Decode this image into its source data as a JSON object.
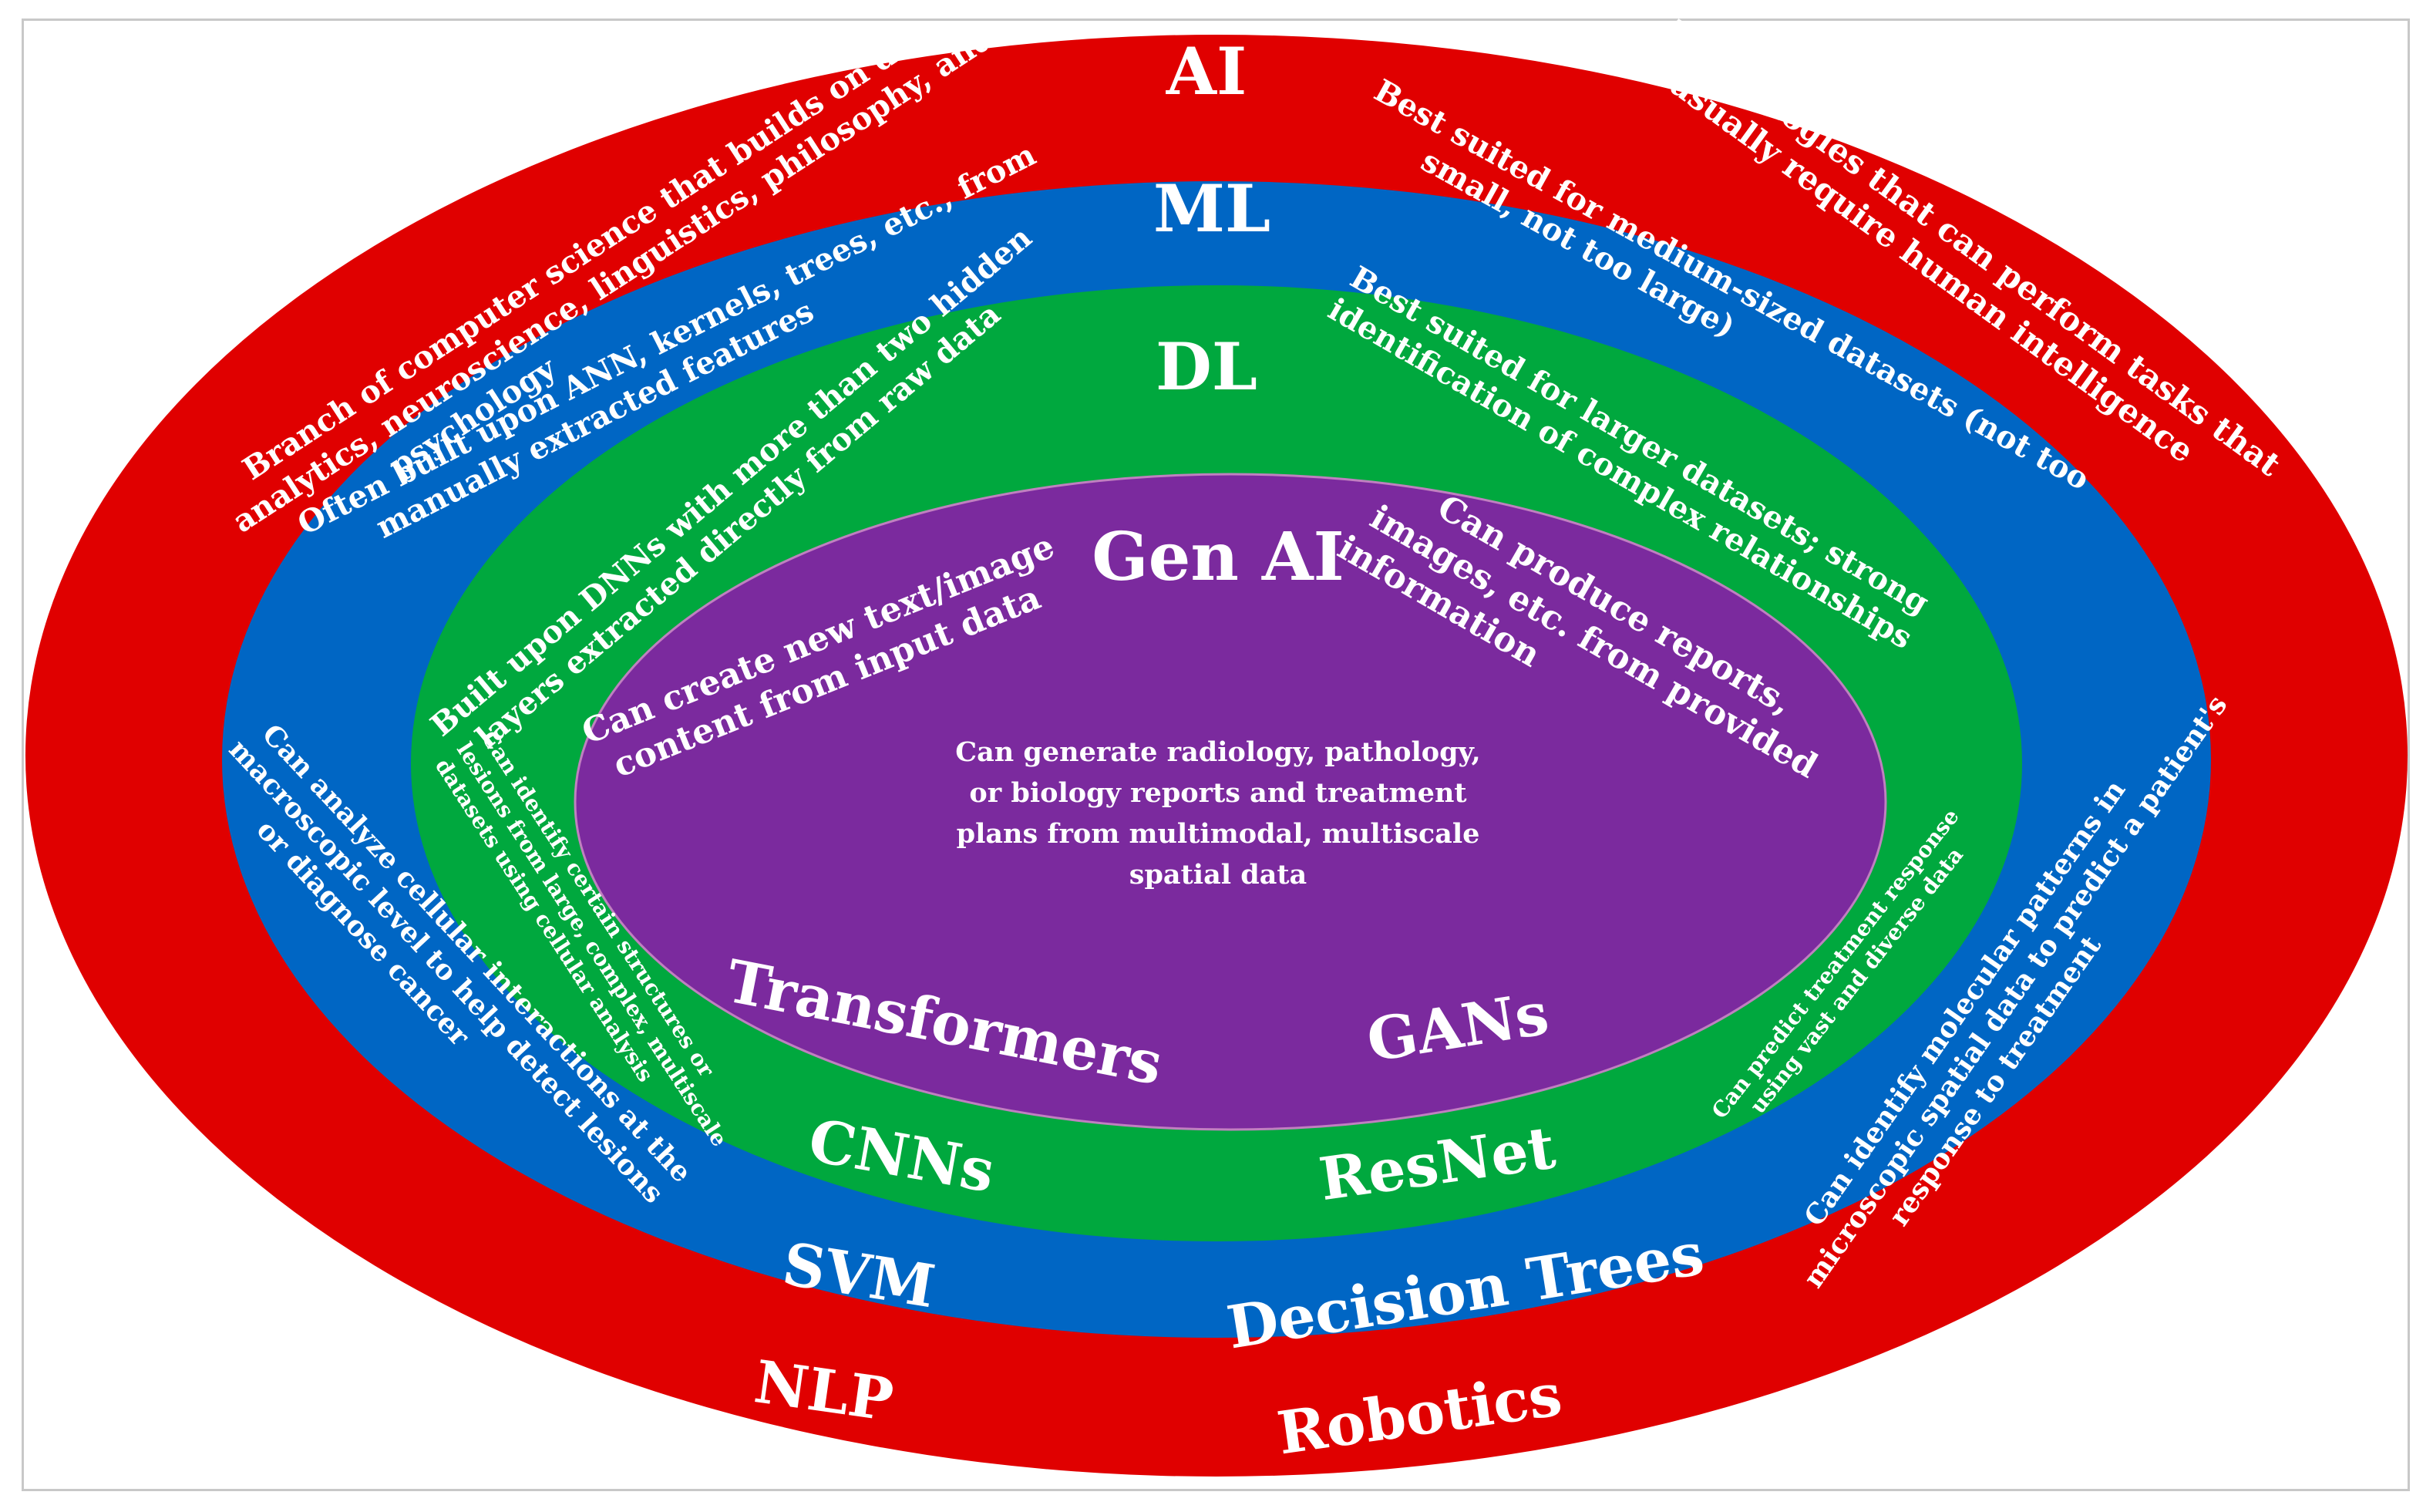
{
  "colors": {
    "ai": "#e00000",
    "ml": "#0066c4",
    "dl": "#00a83e",
    "genai": "#7b2a9e",
    "text": "#ffffff",
    "frame": "#c8c8c8"
  },
  "rings": {
    "ai": {
      "title": "AI",
      "left_desc": [
        "Branch of computer science that builds on data",
        "analytics,  neuroscience, linguistics, philosophy, and",
        "psychology"
      ],
      "right_desc": [
        "Technologies that can perform tasks that",
        "usually require human intelligence"
      ],
      "left_example": "NLP",
      "right_example": "Robotics"
    },
    "ml": {
      "title": "ML",
      "left_desc": [
        "Often built upon ANN, kernels, trees, etc., from",
        "manually extracted features"
      ],
      "right_desc": [
        "Best suited for medium-sized datasets (not too",
        "small, not too large)"
      ],
      "lower_left_desc": [
        "Can analyze cellular interactions at the",
        "macroscopic level to help detect lesions",
        "or diagnose cancer"
      ],
      "lower_right_desc": [
        "Can identify molecular patterns in",
        "microscopic spatial data to predict a patient's",
        "response to treatment"
      ],
      "left_example": "SVM",
      "right_example": "Decision Trees"
    },
    "dl": {
      "title": "DL",
      "left_desc": [
        "Built upon DNNs with more than two hidden",
        "layers extracted directly from raw data"
      ],
      "right_desc": [
        "Best suited for larger datasets; strong",
        "identification of complex relationships"
      ],
      "lower_left_desc": [
        "Can identify certain structures or",
        "lesions from large, complex, multiscale",
        "datasets using cellular analysis"
      ],
      "lower_right_desc": [
        "Can predict treatment response",
        "using vast and diverse data"
      ],
      "left_example": "CNNs",
      "right_example": "ResNet"
    },
    "genai": {
      "title": "Gen AI",
      "left_desc": [
        "Can create new text/image",
        "content from input data"
      ],
      "right_desc": [
        "Can produce reports,",
        "images, etc. from provided",
        "information"
      ],
      "center_desc": [
        "Can generate radiology, pathology,",
        "or biology reports and treatment",
        "plans from multimodal, multiscale",
        "spatial data"
      ],
      "left_example": "Transformers",
      "right_example": "GANs"
    }
  }
}
